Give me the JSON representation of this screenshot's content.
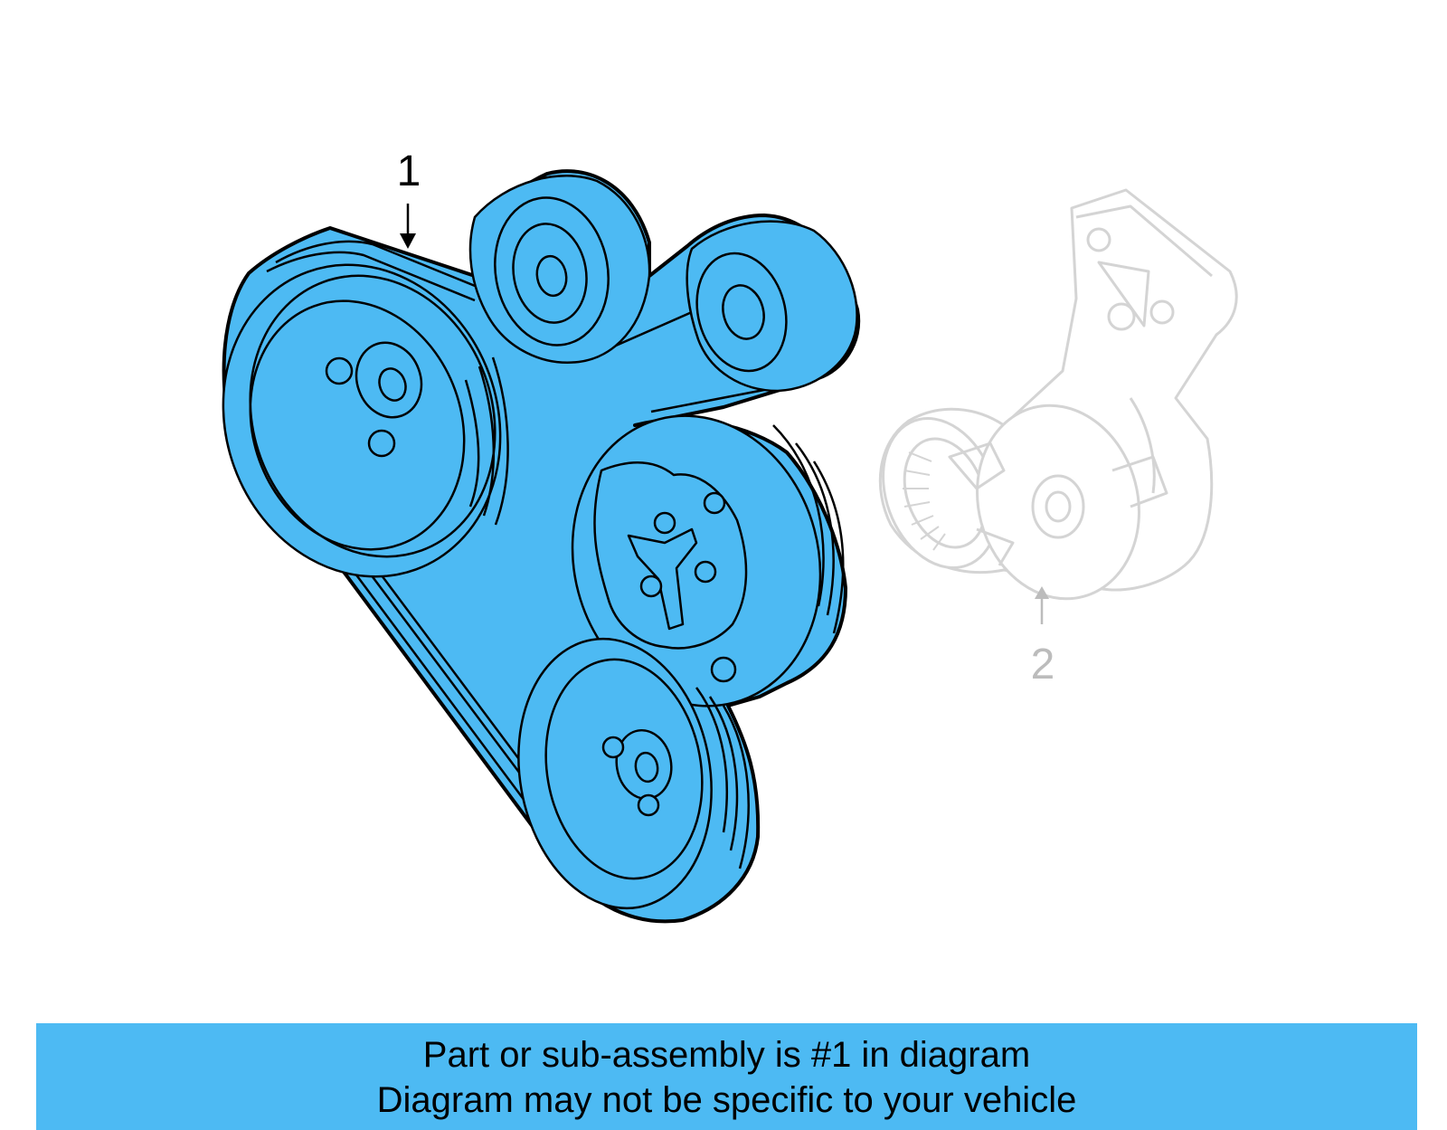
{
  "callouts": {
    "part1": "1",
    "part2": "2"
  },
  "banner": {
    "line1": "Part or sub-assembly is #1 in diagram",
    "line2": "Diagram may not be specific to your vehicle"
  },
  "colors": {
    "highlight": "#4dbaf3",
    "outline": "#000000",
    "ghost": "#d4d4d4",
    "ghost_label": "#bcbcbc"
  }
}
